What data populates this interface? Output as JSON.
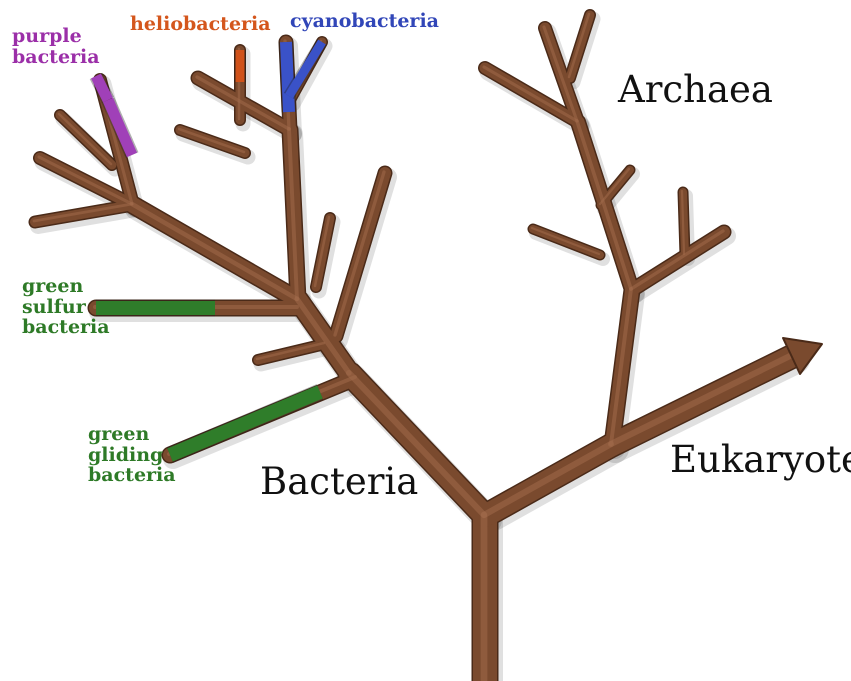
{
  "colors": {
    "trunk": "#7a4a2e",
    "trunk_edge": "#4a2a18",
    "trunk_light": "#a0694a",
    "purple": "#a040b8",
    "helio": "#d0521a",
    "cyano": "#3a52c8",
    "green": "#2f7d2a",
    "label_purple": "#9b2fa8",
    "label_helio": "#d4561c",
    "label_cyano": "#3146b8",
    "label_green": "#2e7a27",
    "label_main": "#111111"
  },
  "labels": {
    "purple": [
      "purple",
      "bacteria"
    ],
    "helio": "heliobacteria",
    "cyano": "cyanobacteria",
    "green_sulfur": [
      "green",
      "sulfur",
      "bacteria"
    ],
    "green_gliding": [
      "green",
      "gliding",
      "bacteria"
    ],
    "bacteria": "Bacteria",
    "archaea": "Archaea",
    "eukaryote": "Eukaryote"
  }
}
